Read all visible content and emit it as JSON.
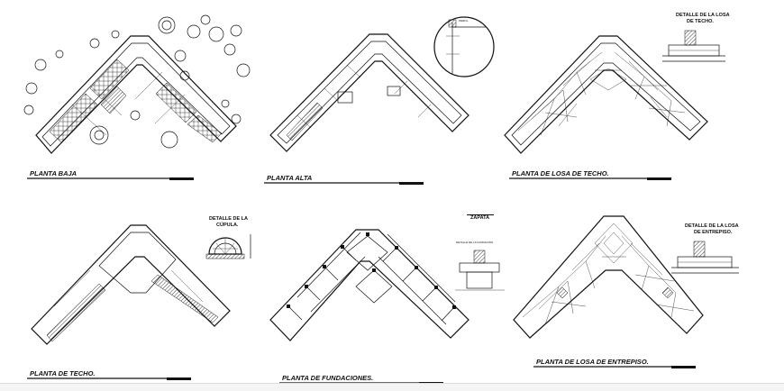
{
  "sheet": {
    "panels": [
      {
        "id": "planta-baja",
        "title": "PLANTA BAJA",
        "detail": ""
      },
      {
        "id": "planta-alta",
        "title": "PLANTA ALTA",
        "detail": ""
      },
      {
        "id": "losa-techo",
        "title": "PLANTA DE LOSA DE TECHO.",
        "detail": "DETALLE DE LA LOSA DE TECHO."
      },
      {
        "id": "planta-techo",
        "title": "PLANTA DE TECHO.",
        "detail": "DETALLE DE LA CÚPULA."
      },
      {
        "id": "fundaciones",
        "title": "PLANTA DE FUNDACIONES.",
        "detail": "ZAPATA"
      },
      {
        "id": "losa-entrepiso",
        "title": "PLANTA DE LOSA DE ENTREPISO.",
        "detail": "DETALLE DE LA LOSA DE ENTREPISO."
      }
    ]
  },
  "labels": {
    "baja": "PLANTA BAJA",
    "alta": "PLANTA ALTA",
    "losa_techo": "PLANTA DE LOSA DE TECHO.",
    "techo": "PLANTA DE TECHO.",
    "fundaciones": "PLANTA DE FUNDACIONES.",
    "entrepiso": "PLANTA DE LOSA DE ENTREPISO.",
    "det_losa_techo_1": "DETALLE DE LA LOSA",
    "det_losa_techo_2": "DE TECHO.",
    "det_cupula_1": "DETALLE DE LA",
    "det_cupula_2": "CÚPULA.",
    "det_zapata": "ZAPATA",
    "det_entrepiso_1": "DETALLE DE LA LOSA",
    "det_entrepiso_2": "DE ENTREPISO."
  }
}
